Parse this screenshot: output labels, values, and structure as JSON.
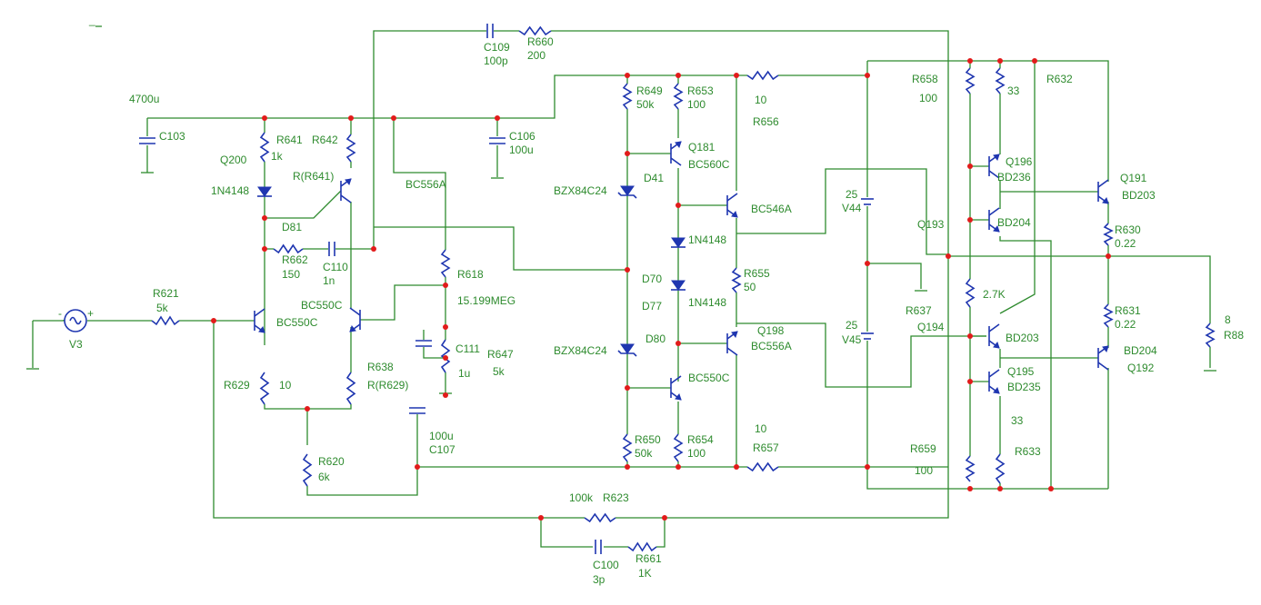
{
  "colors": {
    "wire": "#2e8b2e",
    "component": "#1f36b0",
    "node": "#e21b1b",
    "label": "#2e8b2e",
    "background": "#ffffff"
  },
  "labels": {
    "dash": "_",
    "c103_val": "4700u",
    "c103": "C103",
    "c109": "C109",
    "c109_val": "100p",
    "r660": "R660",
    "r660_val": "200",
    "r641": "R641",
    "r641_val": "1k",
    "r642": "R642",
    "r642_val": "R(R641)",
    "q200": "Q200",
    "d81_part": "1N4148",
    "d81": "D81",
    "r662": "R662",
    "r662_val": "150",
    "c110": "C110",
    "c110_val": "1n",
    "bc556a": "BC556A",
    "r618": "R618",
    "r618_val": "15.199MEG",
    "bc550c_l": "BC550C",
    "bc550c_r": "BC550C",
    "r621": "R621",
    "r621_val": "5k",
    "v3": "V3",
    "r629": "R629",
    "r629_val": "10",
    "r638": "R638",
    "r638_val": "R(R629)",
    "c111": "C111",
    "c111_val": "1u",
    "r647": "R647",
    "r647_val": "5k",
    "r620": "R620",
    "r620_val": "6k",
    "c107_val": "100u",
    "c107": "C107",
    "c106": "C106",
    "c106_val": "100u",
    "r623_val": "100k",
    "r623": "R623",
    "c100": "C100",
    "c100_val": "3p",
    "r661": "R661",
    "r661_val": "1K",
    "r649": "R649",
    "r649_val": "50k",
    "r653": "R653",
    "r653_val": "100",
    "q181": "Q181",
    "q181_part": "BC560C",
    "d41": "D41",
    "zener_top": "BZX84C24",
    "d70": "D70",
    "d77": "D77",
    "d80": "D80",
    "n4148_a": "1N4148",
    "n4148_b": "1N4148",
    "zener_bot": "BZX84C24",
    "bc546a": "BC546A",
    "r655": "R655",
    "r655_val": "50",
    "q198": "Q198",
    "bc556a_r": "BC556A",
    "bc550c_m": "BC550C",
    "r650": "R650",
    "r650_val": "50k",
    "r654": "R654",
    "r654_val": "100",
    "r656_val": "10",
    "r656": "R656",
    "r657_val": "10",
    "r657": "R657",
    "v44_val": "25",
    "v44": "V44",
    "v45_val": "25",
    "v45": "V45",
    "r637": "R637",
    "r658": "R658",
    "r658_val": "100",
    "r659": "R659",
    "r659_val": "100",
    "q193": "Q193",
    "q194": "Q194",
    "r632": "R632",
    "r632_val": "33",
    "q196": "Q196",
    "bd236": "BD236",
    "bd204_a": "BD204",
    "r2_7k_val": "2.7K",
    "bd203_a": "BD203",
    "q195": "Q195",
    "bd235": "BD235",
    "r633": "R633",
    "r633_val": "33",
    "q191": "Q191",
    "bd203_b": "BD203",
    "r630": "R630",
    "r630_val": "0.22",
    "r631": "R631",
    "r631_val": "0.22",
    "bd204_b": "BD204",
    "q192": "Q192",
    "r88_val": "8",
    "r88": "R88"
  }
}
